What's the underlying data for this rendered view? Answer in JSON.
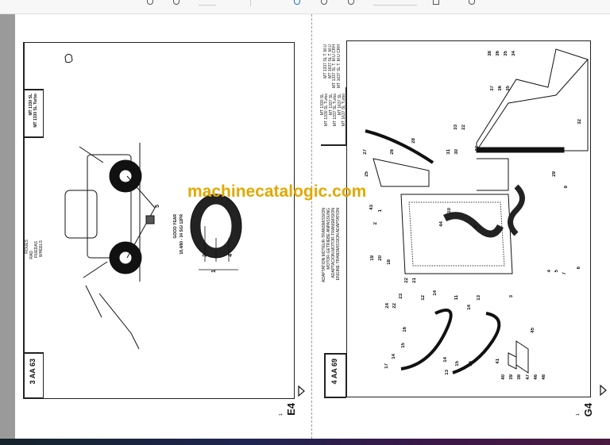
{
  "viewer": {
    "toolbar_icons": [
      "zoom-out-icon",
      "zoom-in-icon",
      "page-up-icon",
      "rotate-icon",
      "fit-page-icon",
      "download-icon"
    ]
  },
  "left_page": {
    "section": [
      "ROUES",
      "RAD",
      "RUEDAS",
      "WHEELS"
    ],
    "models": [
      "MT 1330 SL",
      "MT 1330 SL Turbo"
    ],
    "ref": "3 AA 63",
    "tire": [
      "GOOD YEAR",
      "18,4/80 - 34 SG/ 12PR"
    ],
    "page_code": "E4",
    "page_index": "1",
    "callouts": [
      "5",
      "2",
      "3",
      "4",
      "1"
    ]
  },
  "right_page": {
    "section": [
      "ADAPTATION MOTEUR-TRANSMISSION",
      "MOTOR-GETRIEBE ANPASSUNG",
      "ADAPTACION MOTOR-TRANSMISION",
      "ENGINE-TRANSMISSION ADAPTATION"
    ],
    "models_a": [
      "MT 1330 SL",
      "MT 1330 SL Turbo",
      "MT 1337 SL",
      "MT 1337 SL Turbo",
      "MT 1637 SL",
      "MT 1637 SL Turbo"
    ],
    "models_b": [
      "MT 1337 SL T. M.U",
      "MT 1637 SL T. M.U",
      "MT 1337 SL T. M.U CRH",
      "MT 1637 SL T. M.U CRH"
    ],
    "ref": "4 AA 69",
    "page_code": "G4",
    "page_index": "1",
    "callouts": [
      "38",
      "36",
      "35",
      "34",
      "37",
      "36",
      "35",
      "33",
      "22",
      "32",
      "31",
      "30",
      "42",
      "27",
      "26",
      "28",
      "25",
      "29",
      "9",
      "43",
      "1",
      "2",
      "10",
      "44",
      "8",
      "19",
      "20",
      "18",
      "4",
      "5",
      "7",
      "6",
      "22",
      "21",
      "24",
      "23",
      "22",
      "12",
      "14",
      "11",
      "13",
      "14",
      "3",
      "17",
      "14",
      "15",
      "16",
      "13",
      "14",
      "15",
      "16",
      "45",
      "41",
      "40",
      "39",
      "38",
      "47",
      "46",
      "48"
    ]
  },
  "watermark": "machinecatalogic.com"
}
